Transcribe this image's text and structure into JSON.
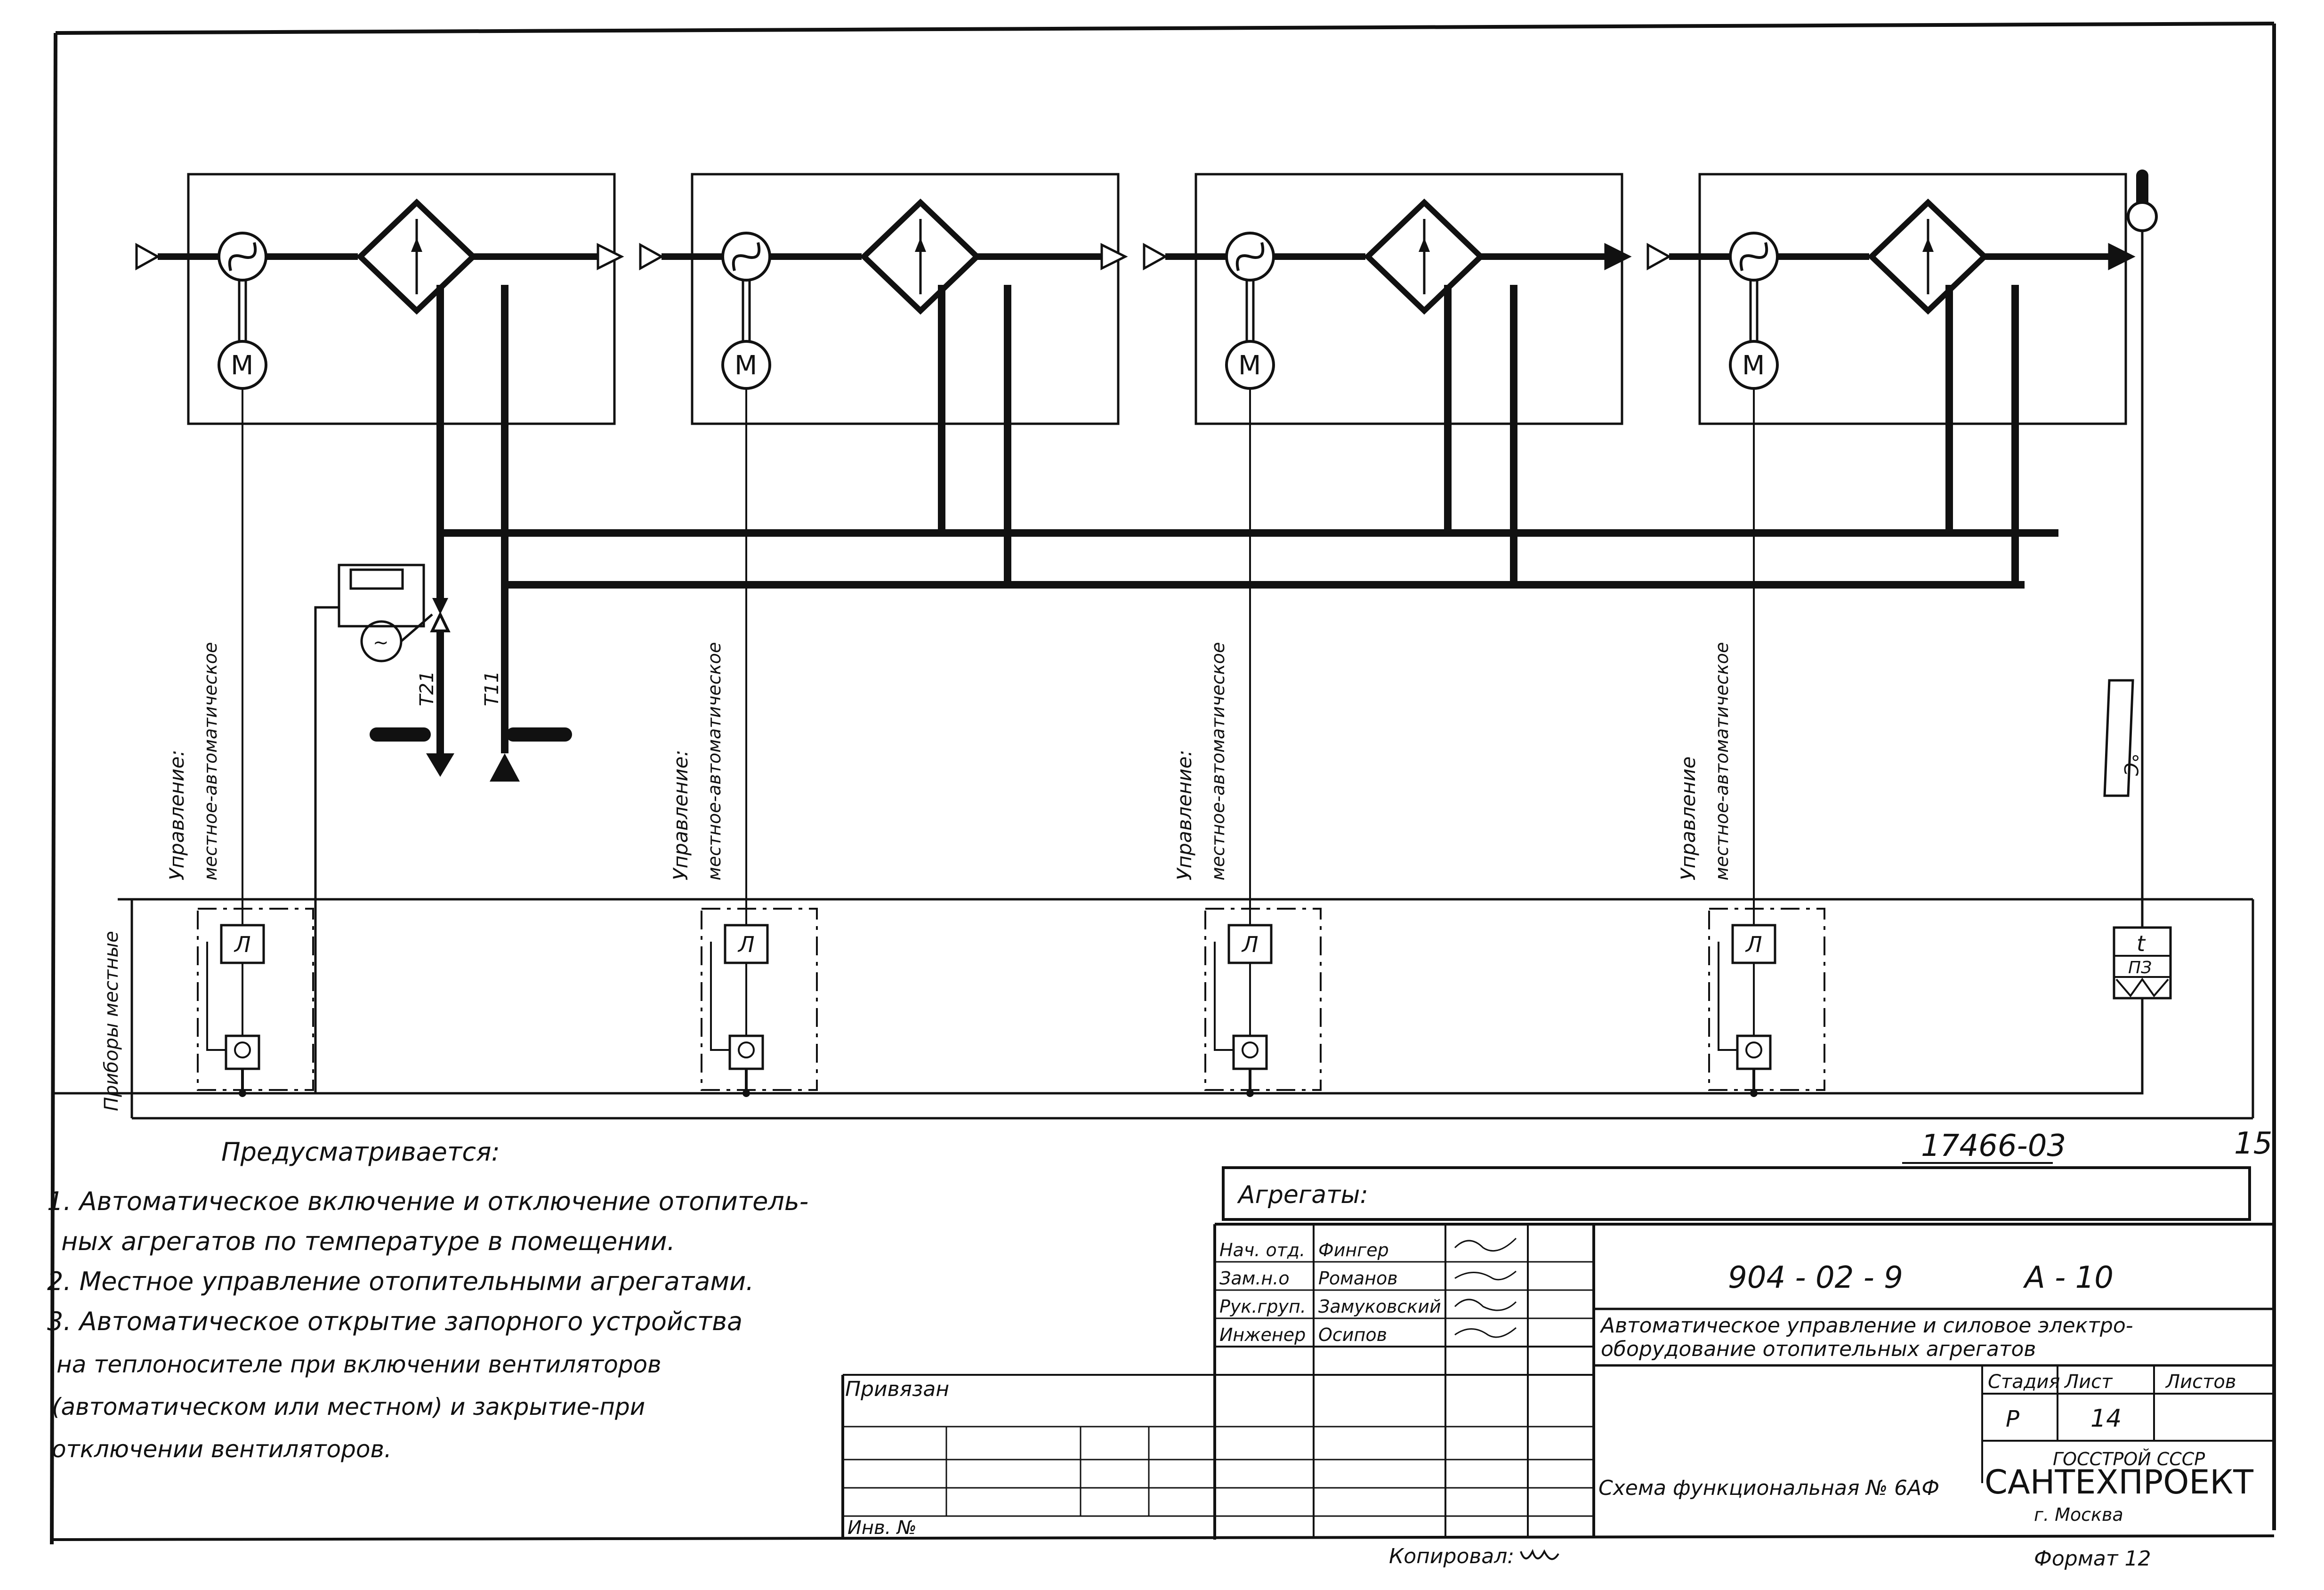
{
  "units": [
    {
      "control_label_1": "Управление:",
      "control_label_2": "местное-автоматическое",
      "motor": "М",
      "relay": "Л"
    },
    {
      "control_label_1": "Управление:",
      "control_label_2": "местное-автоматическое",
      "motor": "М",
      "relay": "Л"
    },
    {
      "control_label_1": "Управление:",
      "control_label_2": "местное-автоматическое",
      "motor": "М",
      "relay": "Л"
    },
    {
      "control_label_1": "Управление",
      "control_label_2": "местное-автоматическое",
      "motor": "М",
      "relay": "Л"
    }
  ],
  "pipes": {
    "return": "Т21",
    "supply": "Т11"
  },
  "sensor": {
    "unit_label": "°C",
    "device_top": "t",
    "device_code": "ПЗ"
  },
  "local_instruments_label": "Приборы местные",
  "notes": {
    "title": "Предусматривается:",
    "lines": [
      "1. Автоматическое включение и отключение отопитель-",
      "ных агрегатов по температуре в помещении.",
      "2. Местное управление отопительными агрегатами.",
      "3. Автоматическое открытие запорного устройства",
      "на теплоносителе при включении вентиляторов",
      "(автоматическом или местном) и закрытие-при",
      "отключении вентиляторов."
    ]
  },
  "title_block": {
    "doc_number": "17466-03",
    "page_corner": "15",
    "aggregates": "Агрегаты:",
    "roles": [
      "Нач. отд.",
      "Зам.н.о",
      "Рук.груп.",
      "Инженер"
    ],
    "names": [
      "Фингер",
      "Романов",
      "Замуковский",
      "Осипов"
    ],
    "code": "904 - 02 - 9",
    "album": "А - 10",
    "title_line1": "Автоматическое управление и силовое электро-",
    "title_line2": "оборудование отопительных агрегатов",
    "stage_label": "Стадия",
    "sheet_label": "Лист",
    "sheets_label": "Листов",
    "stage": "Р",
    "sheet": "14",
    "scheme": "Схема функциональная № 6АФ",
    "org1": "ГОССТРОЙ СССР",
    "org2": "САНТЕХПРОЕКТ",
    "city": "г. Москва",
    "privyazan": "Привязан",
    "inv": "Инв. №",
    "copied": "Копировал:",
    "format": "Формат 12"
  }
}
